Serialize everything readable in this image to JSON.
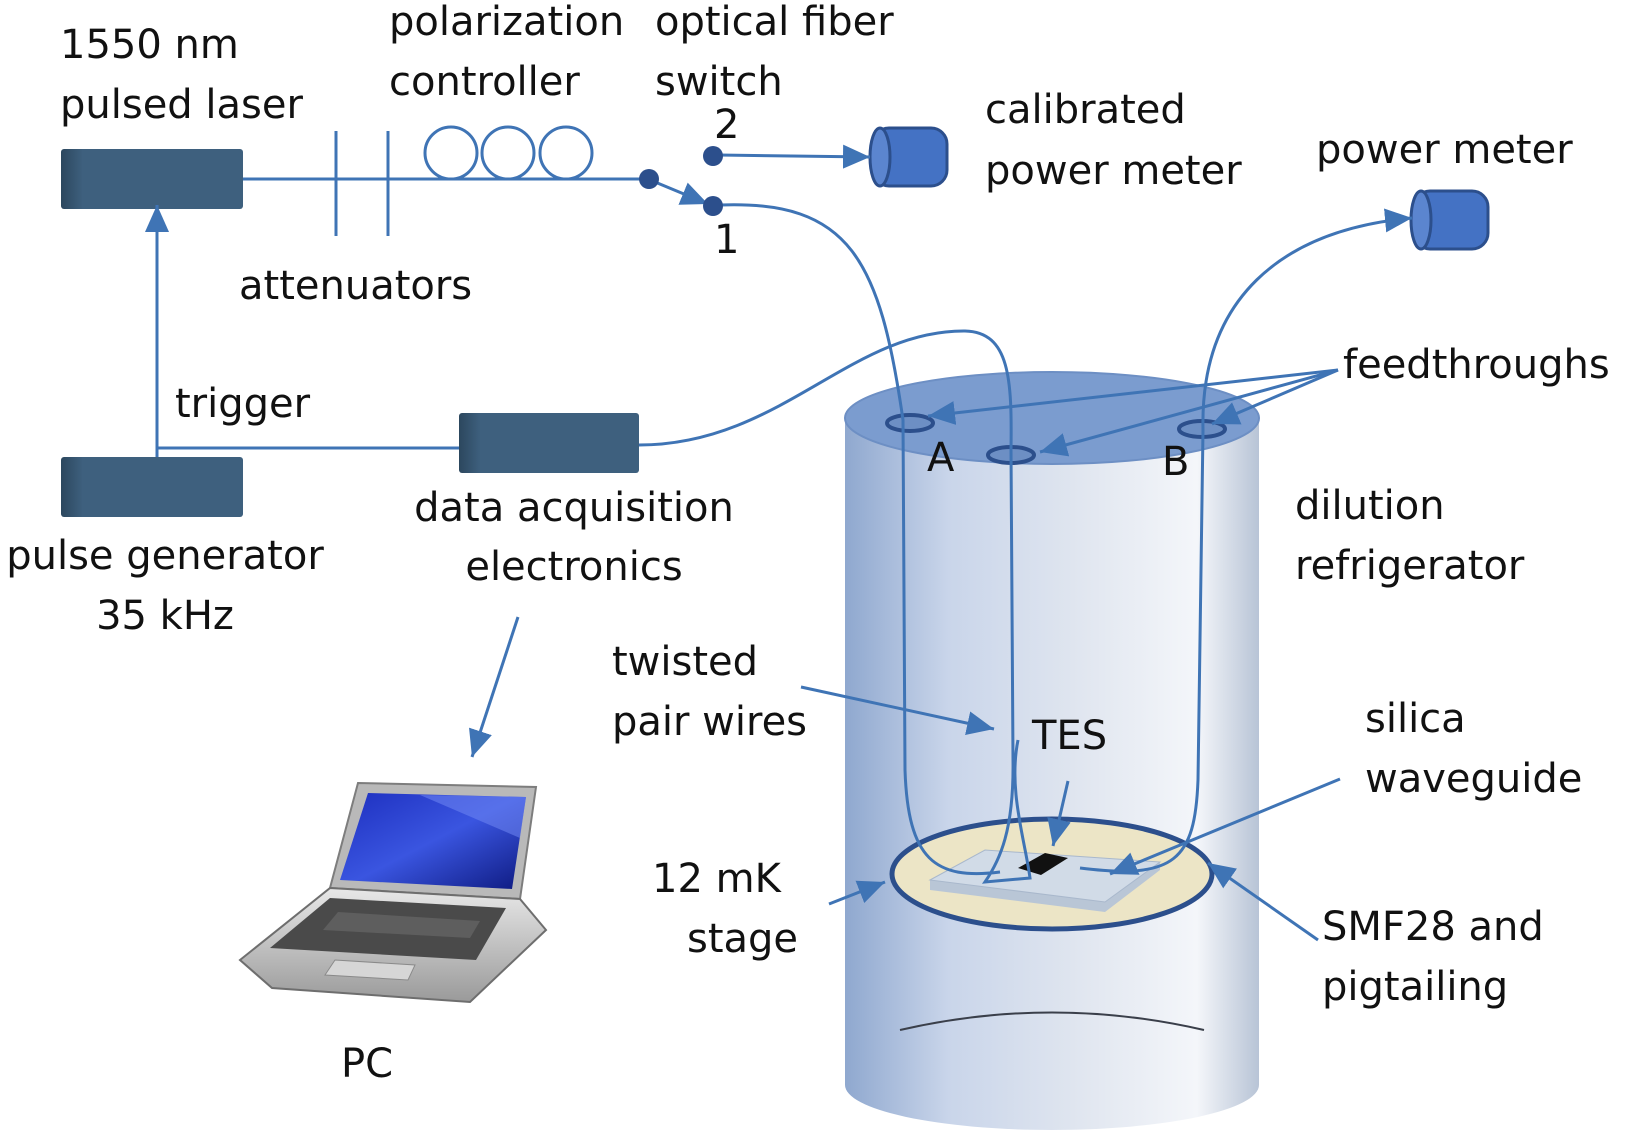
{
  "labels": {
    "laser": [
      "1550 nm",
      "pulsed laser"
    ],
    "polarization_controller": [
      "polarization",
      "controller"
    ],
    "fiber_switch": [
      "optical fiber",
      "switch"
    ],
    "switch_port_2": "2",
    "switch_port_1": "1",
    "calibrated_meter": [
      "calibrated",
      "power meter"
    ],
    "power_meter": "power meter",
    "attenuators": "attenuators",
    "trigger": "trigger",
    "feedthroughs": "feedthroughs",
    "feedthrough_a": "A",
    "feedthrough_b": "B",
    "daq": [
      "data acquisition",
      "electronics"
    ],
    "dilution_fridge": [
      "dilution",
      "refrigerator"
    ],
    "pulse_generator": [
      "pulse generator",
      "35 kHz"
    ],
    "twisted_pair": [
      "twisted",
      "pair wires"
    ],
    "tes": "TES",
    "silica_waveguide": [
      "silica",
      "waveguide"
    ],
    "stage": [
      "12 mK",
      "stage"
    ],
    "smf28": [
      "SMF28 and",
      "pigtailing"
    ],
    "pc": "PC"
  },
  "colors": {
    "line": "#3f74b5",
    "device": "#3e607e",
    "meter": "#4472c4",
    "cryostat_top": "#7b9ccf",
    "stage_fill": "#ece5c6"
  },
  "icons": [
    "laptop-icon",
    "power-meter-icon"
  ]
}
